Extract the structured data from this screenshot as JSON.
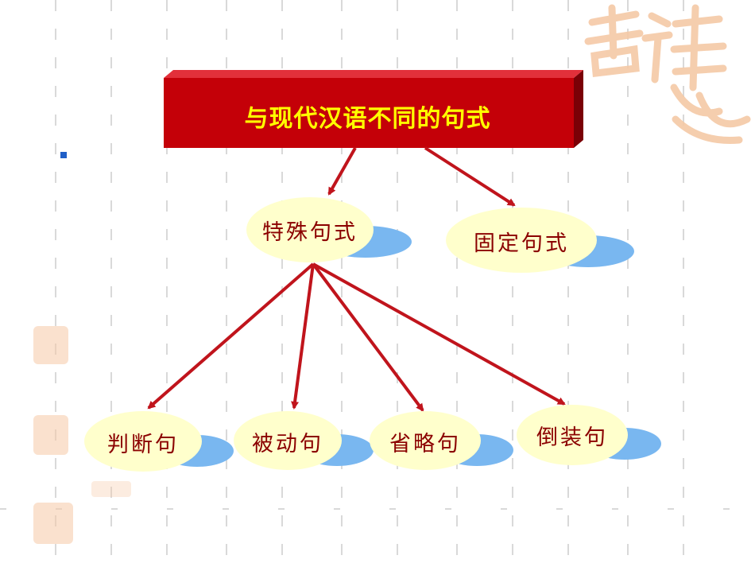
{
  "slide": {
    "title": "与现代汉语不同的句式",
    "watermark_icon": "auspicious-seal-icon"
  },
  "nodes": {
    "special": "特殊句式",
    "fixed": "固定句式",
    "judgment": "判断句",
    "passive": "被动句",
    "omission": "省略句",
    "inversion": "倒装句"
  },
  "colors": {
    "title_bg": "#c40008",
    "title_text": "#ffff00",
    "node_fill": "#ffffcc",
    "node_shadow": "#79b7f0",
    "node_text": "#8b0000",
    "arrow": "#c0141c",
    "grid_dash": "#d9d9d9",
    "watermark": "#f5c9a6"
  }
}
